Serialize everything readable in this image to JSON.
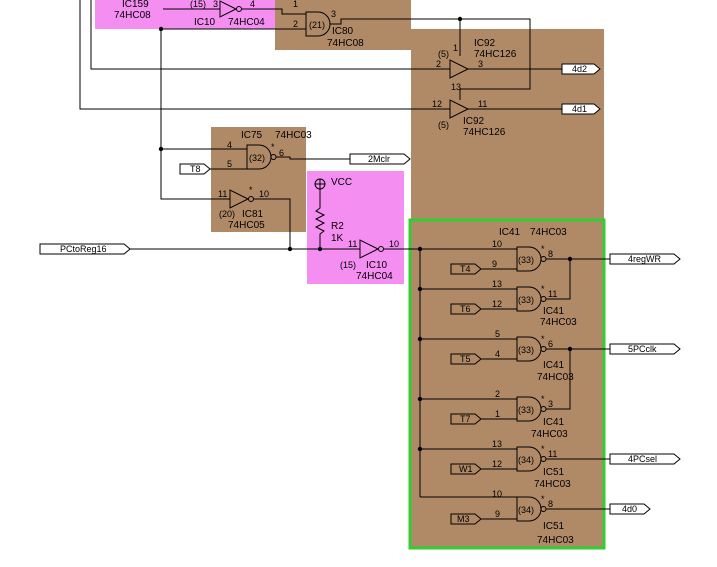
{
  "colors": {
    "brown_block": "#b08a66",
    "pink_block": "#f48ef0",
    "green_frame": "#33cc33",
    "wire": "#000000"
  },
  "ports": {
    "pctoreg16": "PCtoReg16",
    "t8": "T8",
    "mclr": "2Mclr",
    "d2": "4d2",
    "d1": "4d1",
    "regwr": "4regWR",
    "pcclk": "5PCclk",
    "pcsel": "4PCsel",
    "d0": "4d0",
    "t4": "T4",
    "t6": "T6",
    "t5": "T5",
    "t7": "T7",
    "w1": "W1",
    "m3": "M3"
  },
  "parts": {
    "ic159": {
      "name": "IC159",
      "type": "74HC08"
    },
    "ic10_top": {
      "name": "IC10",
      "type": "74HC04",
      "unit": "(15)",
      "pin_in": "3",
      "pin_out": "4"
    },
    "ic80": {
      "name": "IC80",
      "type": "74HC08",
      "unit": "(21)",
      "pin_a": "1",
      "pin_b": "2",
      "pin_out": "3"
    },
    "ic92_a": {
      "name": "IC92",
      "type": "74HC126",
      "unit": "(5)",
      "pin_en": "1",
      "pin_in": "2",
      "pin_out": "3"
    },
    "ic92_b": {
      "name": "IC92",
      "type": "74HC126",
      "unit": "(5)",
      "pin_en": "13",
      "pin_in": "12",
      "pin_out": "11"
    },
    "ic75": {
      "name": "IC75",
      "type": "74HC03",
      "unit": "(32)",
      "pin_a": "4",
      "pin_b": "5",
      "pin_out": "6"
    },
    "ic81": {
      "name": "IC81",
      "type": "74HC05",
      "unit": "(20)",
      "pin_in": "11",
      "pin_out": "10"
    },
    "vcc": "VCC",
    "r2": {
      "name": "R2",
      "value": "1K"
    },
    "ic10_mid": {
      "name": "IC10",
      "type": "74HC04",
      "unit": "(15)",
      "pin_in": "11",
      "pin_out": "10"
    },
    "ic41_header": {
      "name": "IC41",
      "type": "74HC03"
    },
    "g1": {
      "unit": "(33)",
      "pin_a": "10",
      "pin_b": "9",
      "pin_out": "8"
    },
    "g2": {
      "name": "IC41",
      "type": "74HC03",
      "unit": "(33)",
      "pin_a": "13",
      "pin_b": "12",
      "pin_out": "11"
    },
    "g3": {
      "name": "IC41",
      "type": "74HC03",
      "unit": "(33)",
      "pin_a": "5",
      "pin_b": "4",
      "pin_out": "6"
    },
    "g4": {
      "name": "IC41",
      "type": "74HC03",
      "unit": "(33)",
      "pin_a": "2",
      "pin_b": "1",
      "pin_out": "3"
    },
    "g5": {
      "name": "IC51",
      "type": "74HC03",
      "unit": "(34)",
      "pin_a": "13",
      "pin_b": "12",
      "pin_out": "11"
    },
    "g6": {
      "name": "IC51",
      "type": "74HC03",
      "unit": "(34)",
      "pin_a": "10",
      "pin_b": "9",
      "pin_out": "8"
    },
    "open_drain_mark": "*"
  }
}
